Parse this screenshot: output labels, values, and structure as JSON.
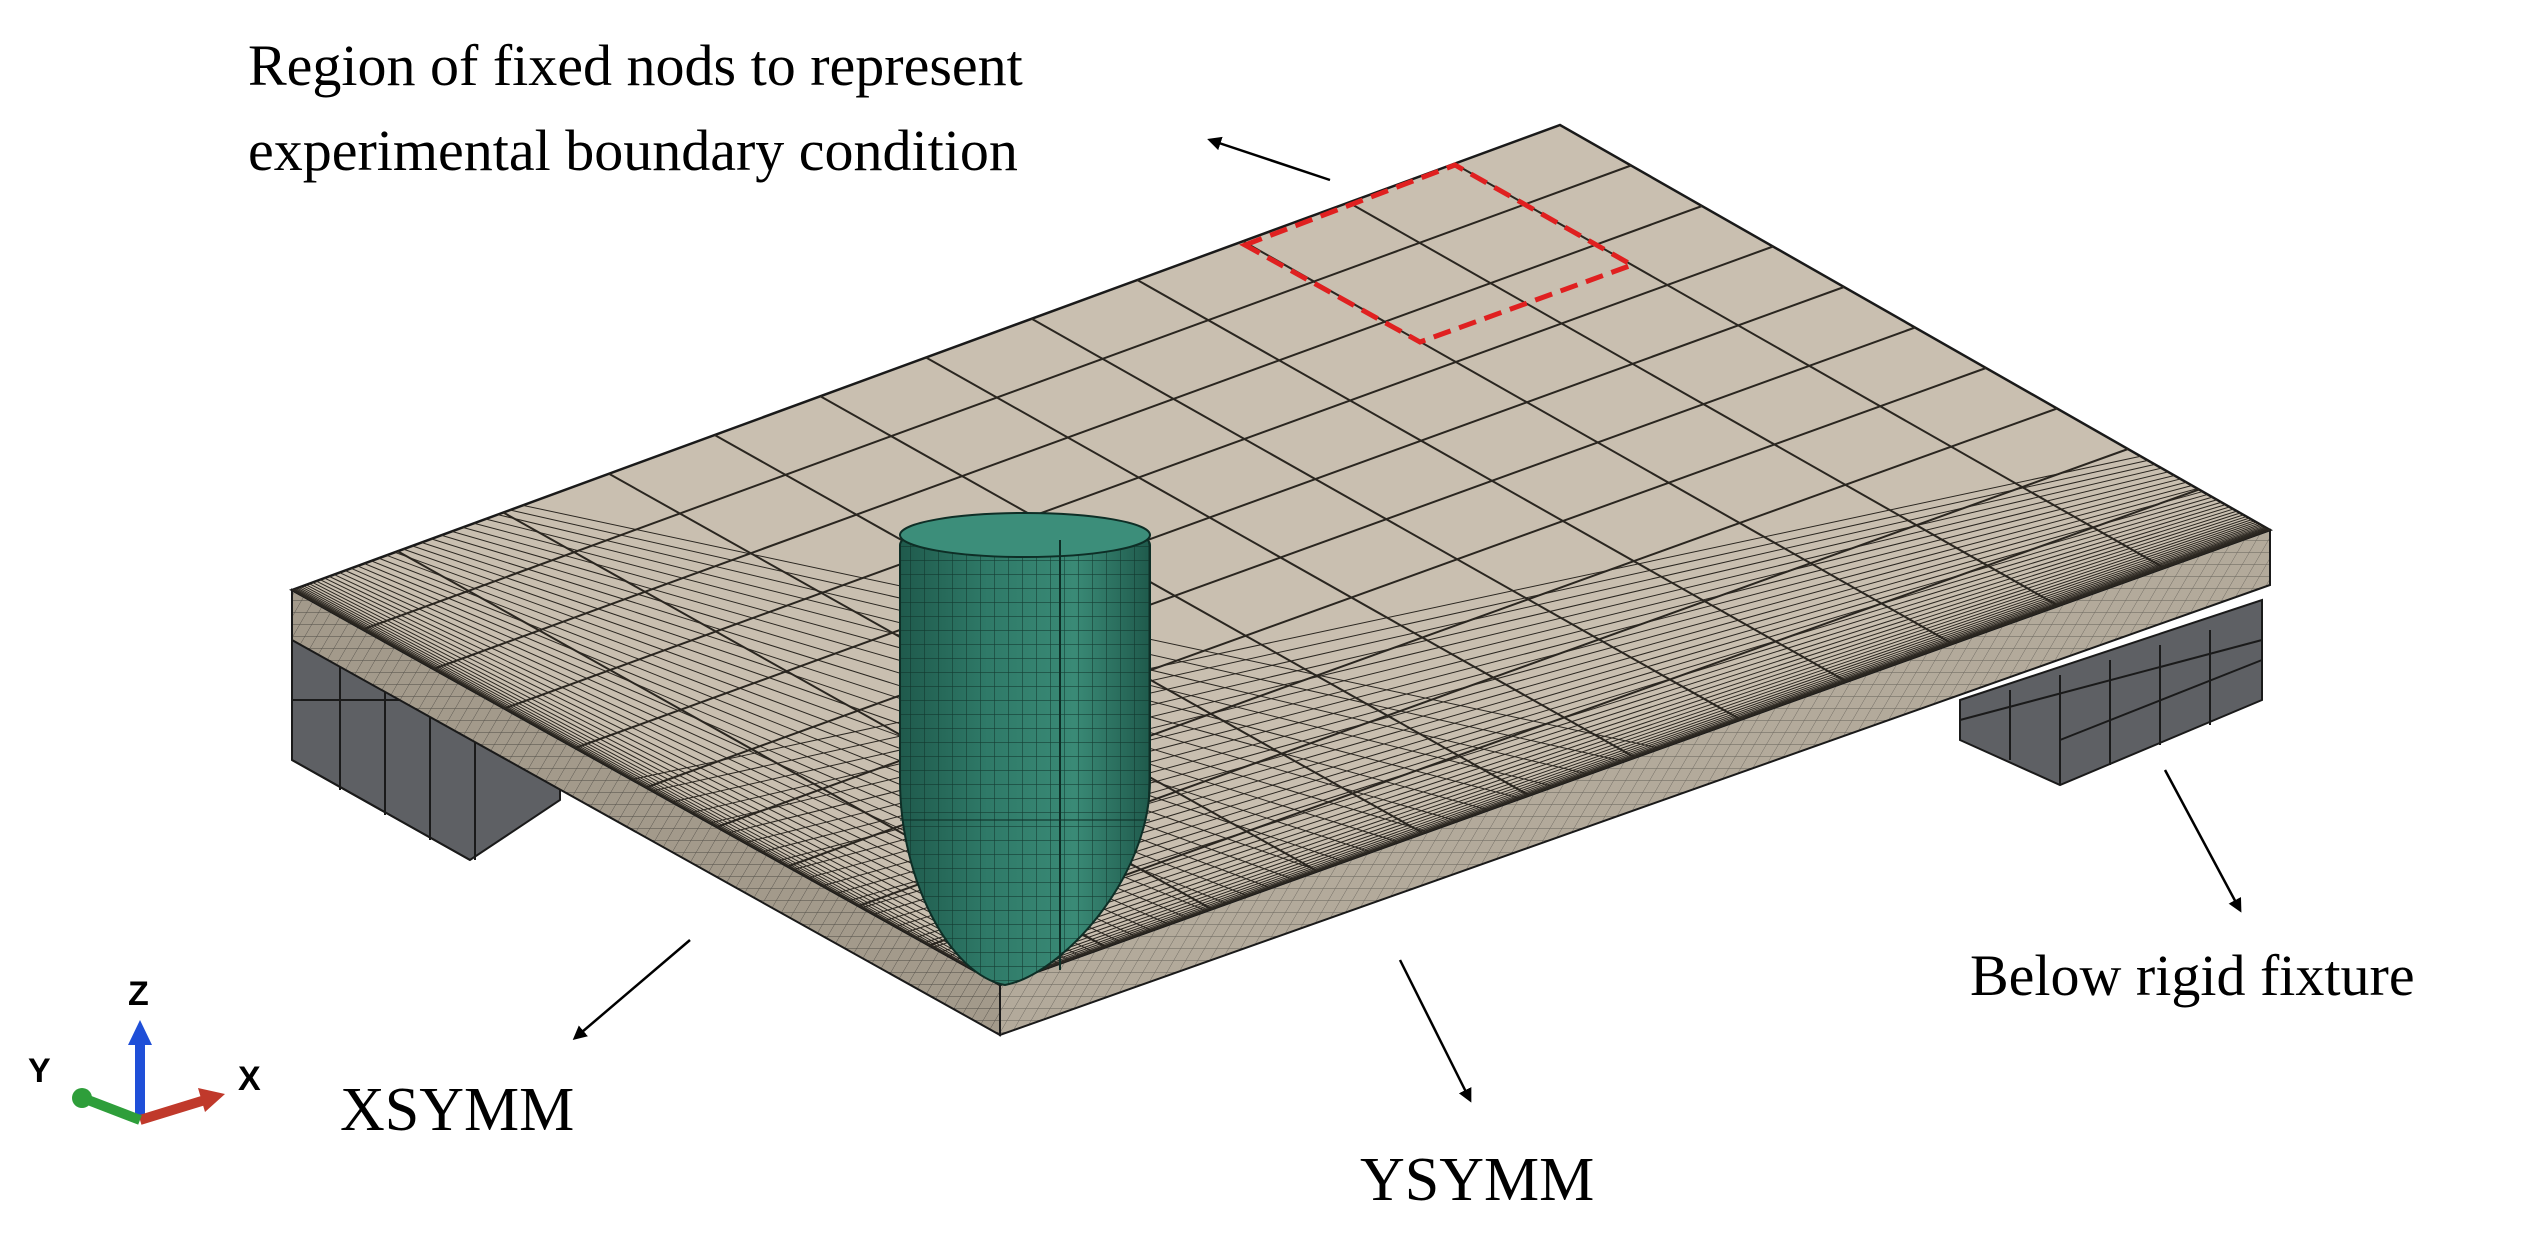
{
  "annotations": {
    "fixed_region_line1": "Region of fixed nods to represent",
    "fixed_region_line2": "experimental boundary condition",
    "below_fixture": "Below rigid fixture",
    "xsymm": "XSYMM",
    "ysymm": "YSYMM"
  },
  "triad": {
    "x_label": "X",
    "y_label": "Y",
    "z_label": "Z",
    "x_color": "#c0392b",
    "y_color": "#2e9e3a",
    "z_color": "#1f4fd8"
  },
  "colors": {
    "plate": "#c9bfb0",
    "plate_side": "#a39a8b",
    "mesh_line": "#2a2620",
    "fixture": "#5e6064",
    "fixture_top": "#8a8c90",
    "projectile": "#2f7a68",
    "projectile_dark": "#1f5a4c",
    "fixed_region_outline": "#e02020"
  }
}
